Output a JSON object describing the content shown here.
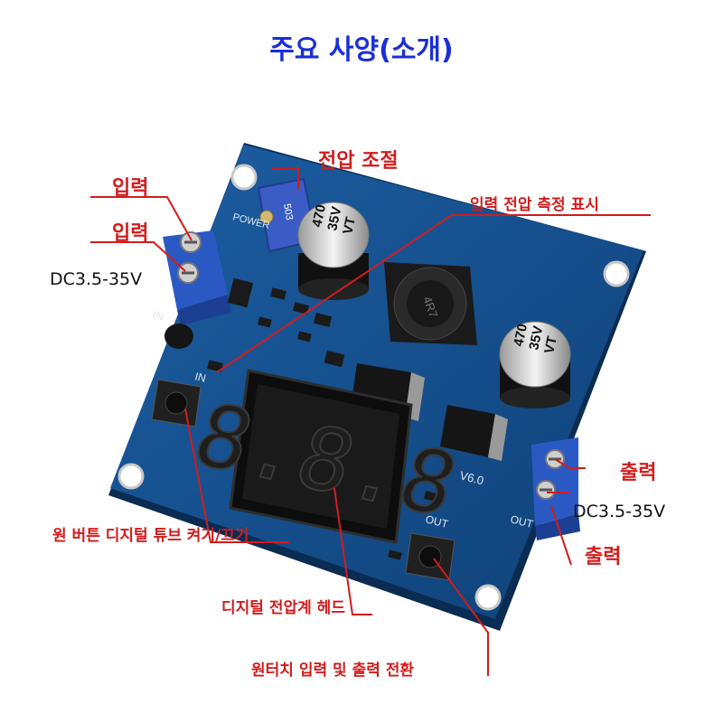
{
  "title": "주요 사양(소개)",
  "labels": {
    "input_top": "입력",
    "input_bottom": "입력",
    "input_range": "DC3.5-35V",
    "voltage_adjust": "전압 조절",
    "input_voltage_display": "입력 전압 측정 표시",
    "output_top": "출력",
    "output_range": "DC3.5-35V",
    "output_bottom": "출력",
    "display_toggle": "원 버튼 디지털 튜브 켜기/끄기",
    "voltmeter_head": "디지털 전압계 헤드",
    "switch_io": "원터치 입력 및 출력 전환"
  },
  "board": {
    "cap_left_text": [
      "470",
      "35V",
      "VT"
    ],
    "cap_right_text": [
      "470",
      "35V",
      "VT"
    ],
    "inductor_text": "4R7",
    "pot_text": "503",
    "version": "V6.0",
    "silk_in": "IN",
    "silk_in2": "IN",
    "silk_out": "OUT",
    "silk_out2": "OUT",
    "silk_power": "POWER",
    "display_digits": "8.8.8"
  },
  "colors": {
    "title": "#1a2fd6",
    "pcb": "#17508f",
    "pcb_dark": "#0e3a6b",
    "terminal": "#2b59c3",
    "leader": "#d21c1c"
  }
}
